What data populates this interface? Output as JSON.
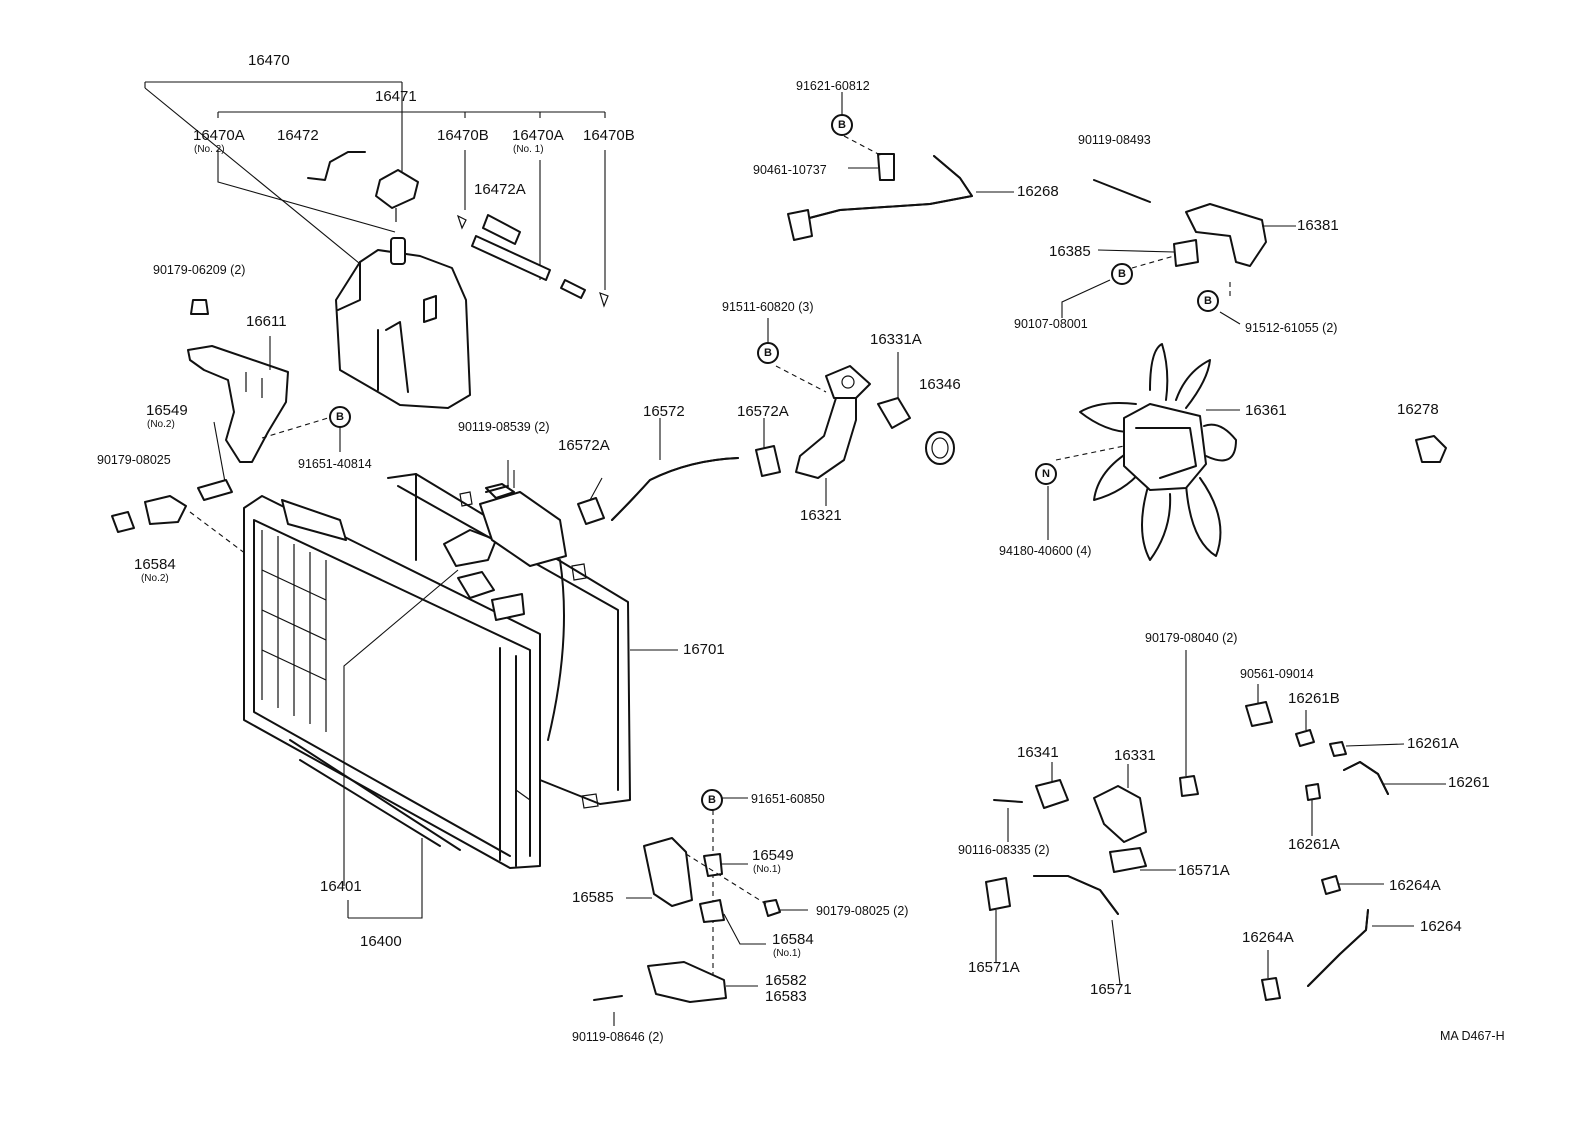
{
  "diagram_code": "MA D467-H",
  "symbols": {
    "bolt": "B",
    "nut": "N"
  },
  "labels": {
    "p16470": "16470",
    "p16471": "16471",
    "p16470A_no2": {
      "num": "16470A",
      "sub": "(No. 2)"
    },
    "p16472": "16472",
    "p16470B_a": "16470B",
    "p16470A_no1": {
      "num": "16470A",
      "sub": "(No. 1)"
    },
    "p16470B_b": "16470B",
    "p16472A": "16472A",
    "p90179_06209": "90179-06209 (2)",
    "p16611": "16611",
    "p16549_no2": {
      "num": "16549",
      "sub": "(No.2)"
    },
    "p90179_08025_a": "90179-08025",
    "p91651_40814": "91651-40814",
    "p16584_no2": {
      "num": "16584",
      "sub": "(No.2)"
    },
    "p90119_08539": "90119-08539 (2)",
    "p16572A_a": "16572A",
    "p16572": "16572",
    "p16572A_b": "16572A",
    "p91511_60820": "91511-60820 (3)",
    "p16331A": "16331A",
    "p16346": "16346",
    "p16321": "16321",
    "p91621_60812": "91621-60812",
    "p90461_10737": "90461-10737",
    "p16268": "16268",
    "p90119_08493": "90119-08493",
    "p16381": "16381",
    "p16385": "16385",
    "p90107_08001": "90107-08001",
    "p91512_61055": "91512-61055 (2)",
    "p16361": "16361",
    "p16278": "16278",
    "p94180_40600": "94180-40600 (4)",
    "p16701": "16701",
    "p16401": "16401",
    "p16400": "16400",
    "p91651_60850": "91651-60850",
    "p16549_no1": {
      "num": "16549",
      "sub": "(No.1)"
    },
    "p16585": "16585",
    "p90179_08025_b": "90179-08025 (2)",
    "p16584_no1": {
      "num": "16584",
      "sub": "(No.1)"
    },
    "p16582": "16582",
    "p16583": "16583",
    "p90119_08646": "90119-08646 (2)",
    "p90179_08040": "90179-08040 (2)",
    "p90561_09014": "90561-09014",
    "p16261B": "16261B",
    "p16261A_a": "16261A",
    "p16261": "16261",
    "p16261A_b": "16261A",
    "p16341": "16341",
    "p16331": "16331",
    "p90116_08335": "90116-08335 (2)",
    "p16571A_a": "16571A",
    "p16571A_b": "16571A",
    "p16571": "16571",
    "p16264A_a": "16264A",
    "p16264": "16264",
    "p16264A_b": "16264A"
  }
}
